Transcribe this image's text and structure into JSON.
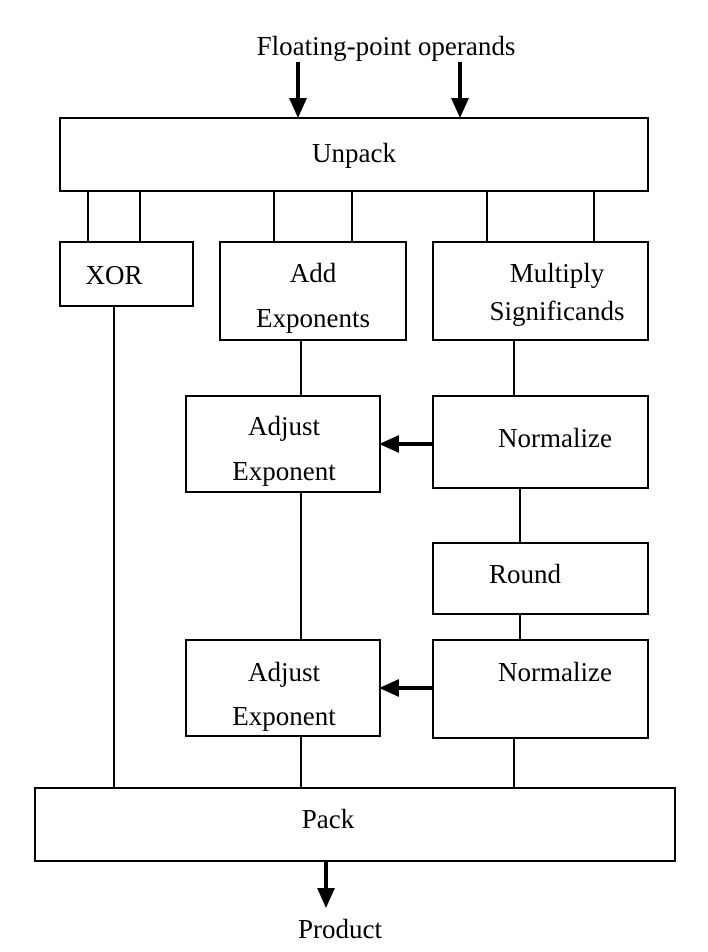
{
  "input_label": "Floating-point operands",
  "output_label": "Product",
  "blocks": {
    "unpack": "Unpack",
    "xor": "XOR",
    "add_exponents": [
      "Add",
      "Exponents"
    ],
    "multiply_significands": [
      "Multiply",
      "Significands"
    ],
    "adjust_exponent_1": [
      "Adjust",
      "Exponent"
    ],
    "normalize_1": "Normalize",
    "round": "Round",
    "adjust_exponent_2": [
      "Adjust",
      "Exponent"
    ],
    "normalize_2": "Normalize",
    "pack": "Pack"
  }
}
